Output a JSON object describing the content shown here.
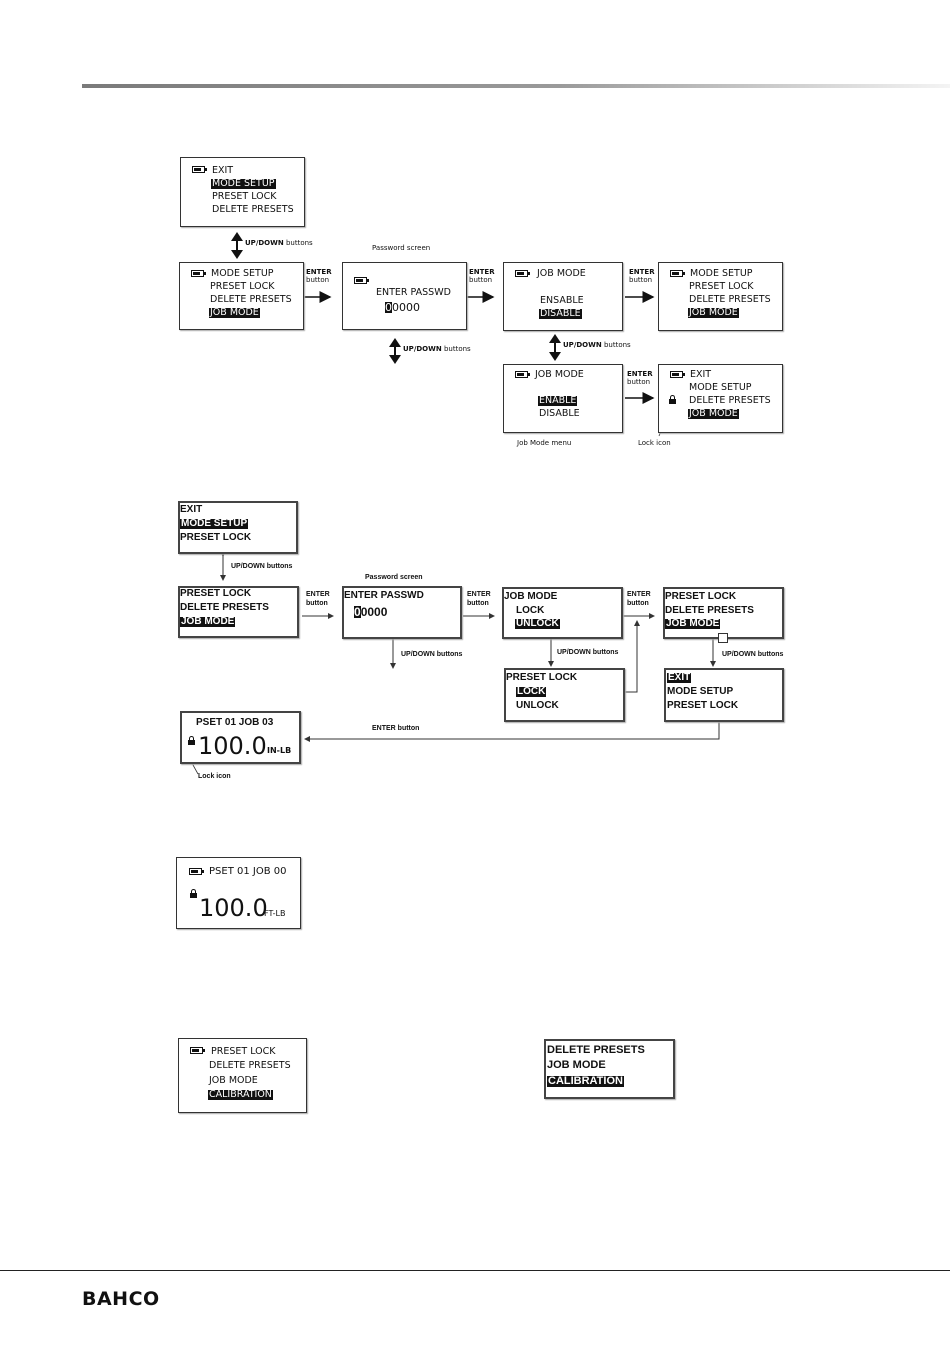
{
  "brand": "BAHCO",
  "labels": {
    "up_down_buttons_1": "UP/DOWN buttons",
    "password_screen": "Password screen",
    "enter_button": "ENTER button",
    "up_down_buttons": "UP/DOWN buttons",
    "job_mode_menu": "Job Mode menu",
    "lock_icon": "Lock icon",
    "enter": "ENTER",
    "button": "button",
    "up_down_bold": "UP/DOWN",
    "buttons": "buttons",
    "password_screen_2": "Password screen",
    "lock_icon_2": "Lock icon",
    "enter_button_long": "ENTER button"
  },
  "d1": {
    "box1": [
      "EXIT",
      "MODE SETUP",
      "PRESET LOCK",
      "DELETE PRESETS"
    ],
    "box2": [
      "MODE SETUP",
      "PRESET LOCK",
      "DELETE PRESETS",
      "JOB MODE"
    ],
    "pw_title": "ENTER PASSWD",
    "pw_cursor": "0",
    "pw_rest": "0000",
    "jm1": [
      "JOB MODE",
      "ENSABLE",
      "DISABLE"
    ],
    "box4": [
      "MODE SETUP",
      "PRESET LOCK",
      "DELETE PRESETS",
      "JOB MODE"
    ],
    "jm2": [
      "JOB MODE",
      "ENABLE",
      "DISABLE"
    ],
    "box6": [
      "EXIT",
      "MODE SETUP",
      "DELETE PRESETS",
      "JOB MODE"
    ]
  },
  "d2": {
    "box1": [
      "EXIT",
      "MODE SETUP",
      "PRESET LOCK"
    ],
    "box2": [
      "PRESET LOCK",
      "DELETE PRESETS",
      "JOB MODE"
    ],
    "pw_title": "ENTER PASSWD",
    "pw_cursor": "0",
    "pw_rest": "0000",
    "jm": [
      "JOB MODE",
      "LOCK",
      "UNLOCK"
    ],
    "box4": [
      "PRESET LOCK",
      "DELETE PRESETS",
      "JOB MODE"
    ],
    "pl": [
      "PRESET LOCK",
      "LOCK",
      "UNLOCK"
    ],
    "box6": [
      "EXIT",
      "MODE SETUP",
      "PRESET LOCK"
    ],
    "display": {
      "header": "PSET 01  JOB  03",
      "value": "100.0",
      "unit": "IN-LB"
    }
  },
  "display3": {
    "header": "PSET 01  JOB 00",
    "value": "100.0",
    "unit": "FT-LB"
  },
  "menu4": [
    "PRESET LOCK",
    "DELETE PRESETS",
    "JOB MODE",
    "CALIBRATION"
  ],
  "menu5": [
    "DELETE PRESETS",
    "JOB MODE",
    "CALIBRATION"
  ]
}
